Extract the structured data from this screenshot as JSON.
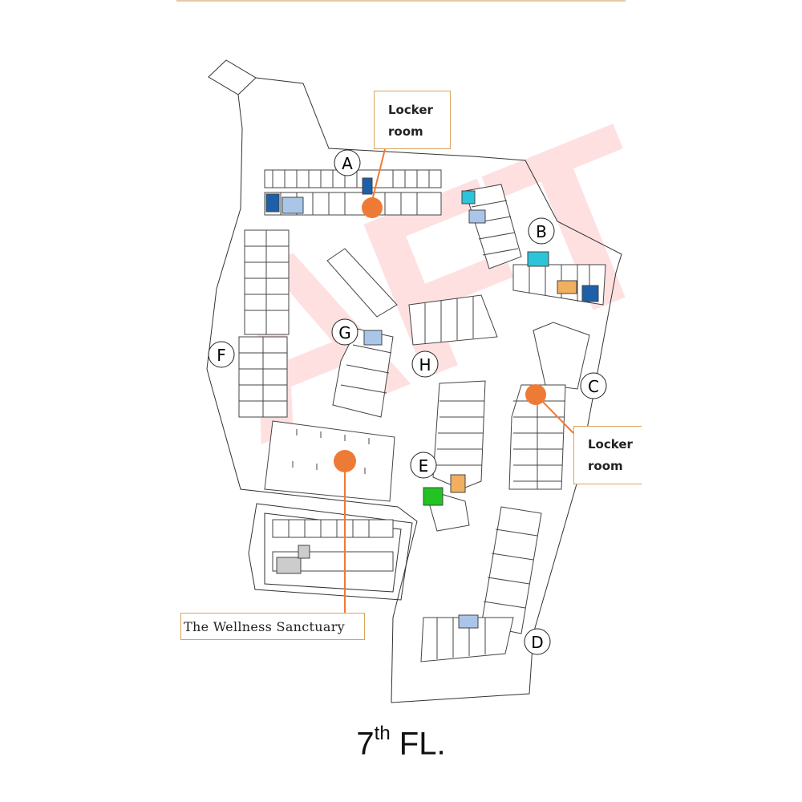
{
  "diagram": {
    "watermark": "AFT",
    "floor": {
      "number": "7",
      "suffix": "th",
      "label": "FL."
    },
    "buildings": [
      "A",
      "B",
      "C",
      "D",
      "E",
      "F",
      "G",
      "H"
    ],
    "callouts": {
      "locker_room_a": {
        "line1": "Locker",
        "line2": "room"
      },
      "locker_room_c": {
        "line1": "Locker",
        "line2": "room"
      },
      "wellness": "The Wellness Sanctuary"
    },
    "colors": {
      "marker": "#ee7b35",
      "callout_border": "#d9a45c",
      "unit_dark_blue": "#1d5fa8",
      "unit_light_blue": "#a9c6e8",
      "unit_cyan": "#2cc4d8",
      "unit_orange": "#f0b060",
      "unit_green": "#22c322",
      "watermark": "#ff5a5a"
    }
  }
}
